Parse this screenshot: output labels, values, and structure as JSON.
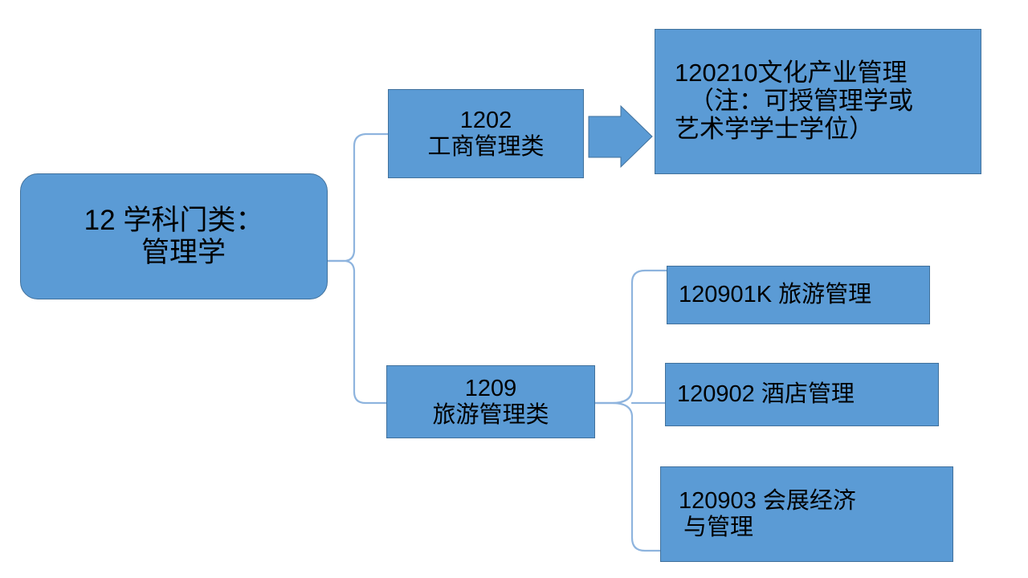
{
  "diagram": {
    "type": "hierarchy-tree",
    "orientation": "left-to-right",
    "colors": {
      "node_fill": "#5B9BD5",
      "node_border": "#41719C",
      "connector": "#8EB4DE",
      "text": "#000000",
      "background": "#FFFFFF"
    },
    "root": {
      "id": "root",
      "line1": "12 学科门类：",
      "line2": "管理学"
    },
    "branches": [
      {
        "id": "1202",
        "code": "1202",
        "name": "工商管理类",
        "children": [
          {
            "id": "120210",
            "line1": "120210文化产业管理",
            "line2": "（注：可授管理学或",
            "line3": "艺术学学士学位）"
          }
        ]
      },
      {
        "id": "1209",
        "code": "1209",
        "name": "旅游管理类",
        "children": [
          {
            "id": "120901",
            "line1": "120901K 旅游管理",
            "line2": ""
          },
          {
            "id": "120902",
            "line1": "120902 酒店管理",
            "line2": ""
          },
          {
            "id": "120903",
            "line1": "120903 会展经济",
            "line2": "与管理"
          }
        ]
      }
    ],
    "connectors": [
      {
        "name": "root-to-branches-brace",
        "from": "root",
        "to": [
          "1202",
          "1209"
        ]
      },
      {
        "name": "branch-1209-to-leaves-brace",
        "from": "1209",
        "to": [
          "120901",
          "120902",
          "120903"
        ]
      },
      {
        "name": "branch-1202-to-120210-arrow",
        "from": "1202",
        "to": "120210",
        "style": "block-arrow"
      }
    ]
  }
}
